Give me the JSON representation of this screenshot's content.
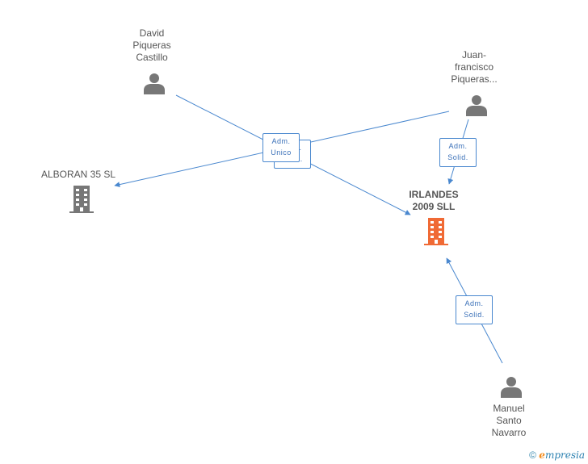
{
  "nodes": {
    "david": {
      "label": "David\nPiqueras\nCastillo",
      "type": "person"
    },
    "juan": {
      "label": "Juan-\nfrancisco\nPiqueras...",
      "type": "person"
    },
    "alboran": {
      "label": "ALBORAN 35 SL",
      "type": "company"
    },
    "irlandes": {
      "label": "IRLANDES\n2009 SLL",
      "type": "company-main"
    },
    "manuel": {
      "label": "Manuel\nSanto\nNavarro",
      "type": "person"
    }
  },
  "edges": {
    "adm_unico": "Adm.\nUnico",
    "adm_solid_hidden": "Adm.\nSolid.",
    "adm_solid_juan": "Adm.\nSolid.",
    "adm_solid_manuel": "Adm.\nSolid."
  },
  "colors": {
    "edge": "#4a88cf",
    "person_icon": "#777777",
    "company_icon": "#777777",
    "main_company_icon": "#f06a35"
  },
  "footer": {
    "copyright": "©",
    "brand_e": "e",
    "brand_rest": "mpresia"
  }
}
